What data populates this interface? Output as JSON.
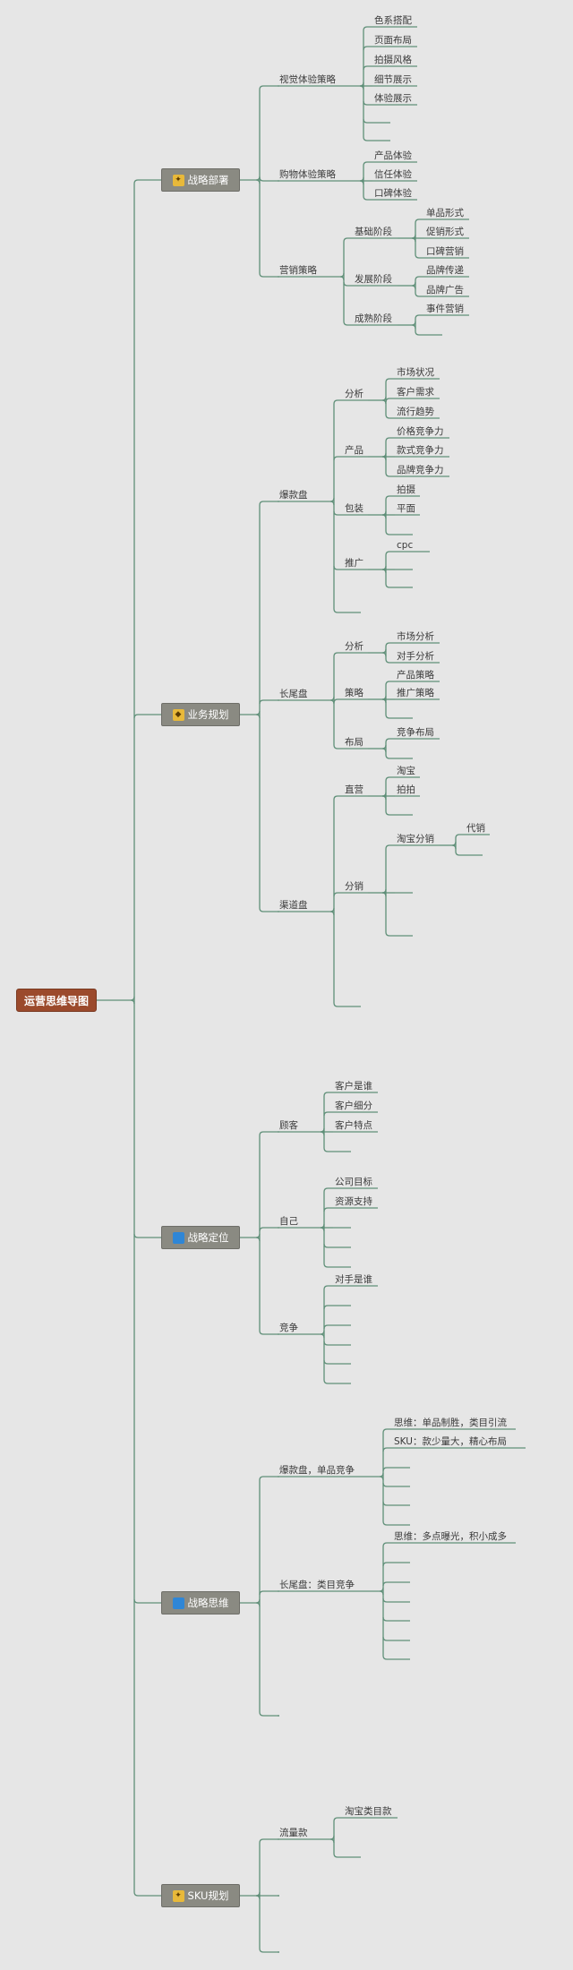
{
  "root": {
    "label": "运营思维导图"
  },
  "colors": {
    "background": "#e6e6e6",
    "line": "#5f8f78",
    "root_fill": "#9b4a2c",
    "main_fill": "#8a8a82",
    "icon_yellow": "#e8b93a",
    "icon_blue": "#2f86d6"
  },
  "branches": [
    {
      "label": "战略部署",
      "icon": "bulb-icon",
      "children": [
        {
          "label": "视觉体验策略",
          "children": [
            "色系搭配",
            "页面布局",
            "拍摄风格",
            "细节展示",
            "体验展示",
            "",
            ""
          ]
        },
        {
          "label": "购物体验策略",
          "children": [
            "产品体验",
            "信任体验",
            "口碑体验"
          ]
        },
        {
          "label": "营销策略",
          "children": [
            {
              "label": "基础阶段",
              "children": [
                "单品形式",
                "促销形式",
                "口碑营销"
              ]
            },
            {
              "label": "发展阶段",
              "children": [
                "品牌传递",
                "品牌广告"
              ]
            },
            {
              "label": "成熟阶段",
              "children": [
                "事件营销",
                ""
              ]
            }
          ]
        }
      ]
    },
    {
      "label": "业务规划",
      "icon": "gem-icon",
      "children": [
        {
          "label": "爆款盘",
          "children": [
            {
              "label": "分析",
              "children": [
                "市场状况",
                "客户需求",
                "流行趋势"
              ]
            },
            {
              "label": "产品",
              "children": [
                "价格竞争力",
                "款式竞争力",
                "品牌竞争力"
              ]
            },
            {
              "label": "包装",
              "children": [
                "拍摄",
                "平面",
                ""
              ]
            },
            {
              "label": "推广",
              "children": [
                "cpc",
                "",
                ""
              ]
            },
            {
              "label": "",
              "children": []
            }
          ]
        },
        {
          "label": "长尾盘",
          "children": [
            {
              "label": "分析",
              "children": [
                "市场分析",
                "对手分析"
              ]
            },
            {
              "label": "策略",
              "children": [
                "产品策略",
                "推广策略",
                ""
              ]
            },
            {
              "label": "布局",
              "children": [
                "竞争布局",
                ""
              ]
            }
          ]
        },
        {
          "label": "渠道盘",
          "children": [
            {
              "label": "直营",
              "children": [
                "淘宝",
                "拍拍",
                ""
              ]
            },
            {
              "label": "分销",
              "children": [
                {
                  "label": "淘宝分销",
                  "children": [
                    "代销",
                    ""
                  ]
                },
                {
                  "label": "",
                  "children": []
                },
                {
                  "label": "",
                  "children": []
                }
              ]
            },
            {
              "label": "",
              "children": []
            }
          ]
        }
      ]
    },
    {
      "label": "战略定位",
      "icon": "square-icon",
      "children": [
        {
          "label": "顾客",
          "children": [
            "客户是谁",
            "客户细分",
            "客户特点",
            ""
          ]
        },
        {
          "label": "自己",
          "children": [
            "公司目标",
            "资源支持",
            "",
            "",
            ""
          ]
        },
        {
          "label": "竞争",
          "children": [
            "对手是谁",
            "",
            "",
            "",
            "",
            ""
          ]
        }
      ]
    },
    {
      "label": "战略思维",
      "icon": "square-icon",
      "children": [
        {
          "label": "爆款盘，单品竞争",
          "children": [
            "思维：单品制胜，类目引流",
            "SKU：款少量大，精心布局",
            "",
            "",
            "",
            ""
          ]
        },
        {
          "label": "长尾盘：类目竞争",
          "children": [
            "思维：多点曝光，积小成多",
            "",
            "",
            "",
            "",
            "",
            ""
          ]
        },
        {
          "label": "",
          "children": []
        }
      ]
    },
    {
      "label": "SKU规划",
      "icon": "bulb-icon",
      "children": [
        {
          "label": "流量款",
          "children": [
            "淘宝类目款",
            ""
          ]
        },
        {
          "label": "",
          "children": []
        },
        {
          "label": "",
          "children": []
        }
      ]
    }
  ]
}
